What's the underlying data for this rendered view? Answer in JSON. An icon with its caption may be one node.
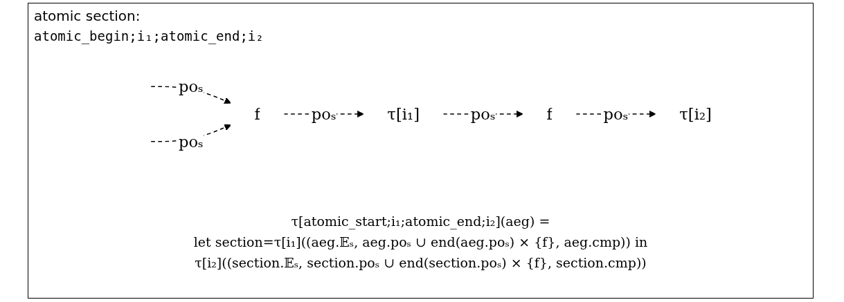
{
  "diagram": {
    "nodes": [
      {
        "text": [
          "f"
        ]
      },
      {
        "text": [
          "τ[i₁]"
        ]
      },
      {
        "text": [
          "f"
        ]
      },
      {
        "text": [
          "τ[i₂]"
        ]
      }
    ],
    "edges": [
      {
        "from": null,
        "to": 0,
        "arrow": "to",
        "label": "poₛ",
        "style": "dashed"
      },
      {
        "from": null,
        "to": 0,
        "arrow": "to",
        "label": "poₛ",
        "style": "dashed"
      },
      {
        "from": 0,
        "to": 1,
        "arrow": "to",
        "label": "poₛ",
        "style": "dashed"
      },
      {
        "from": 1,
        "to": 2,
        "arrow": "to",
        "label": "poₛ",
        "style": "dashed"
      },
      {
        "from": 2,
        "to": 3,
        "arrow": "to",
        "label": "poₛ",
        "style": "dashed"
      }
    ],
    "labels": [
      "atomic section:",
      "atomic_begin;i₁;atomic_end;i₂",
      "τ[atomic_start;i₁;atomic_end;i₂](aeg) =",
      "let section=τ[i₁]((aeg.𝔼ₛ, aeg.poₛ ∪ end(aeg.poₛ) × {f}, aeg.cmp)) in",
      "τ[i₂]((section.𝔼ₛ, section.poₛ ∪ end(section.poₛ) × {f}, section.cmp))"
    ]
  }
}
